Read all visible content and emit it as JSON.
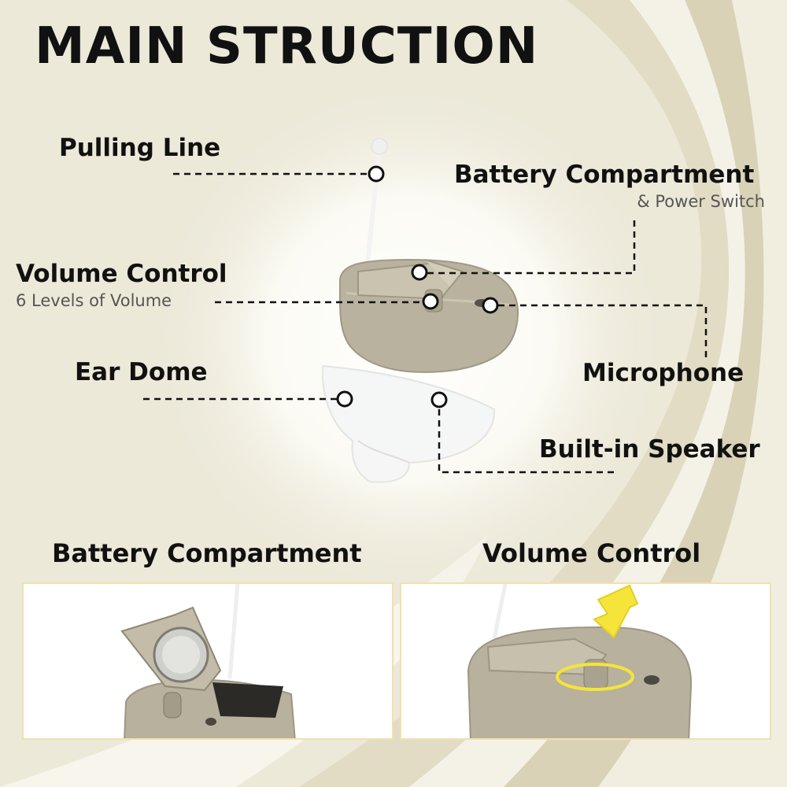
{
  "title": "MAIN STRUCTION",
  "labels": {
    "pulling_line": "Pulling Line",
    "battery_compartment": "Battery Compartment",
    "power_switch": "& Power Switch",
    "volume_control": "Volume Control",
    "volume_levels": "6 Levels of Volume",
    "ear_dome": "Ear Dome",
    "microphone": "Microphone",
    "built_in_speaker": "Built-in Speaker"
  },
  "panels": {
    "battery_title": "Battery Compartment",
    "volume_title": "Volume Control"
  },
  "colors": {
    "accent_yellow": "#f5e43a",
    "panel_border": "#f2dfb0",
    "device_body": "#b7b09c"
  }
}
